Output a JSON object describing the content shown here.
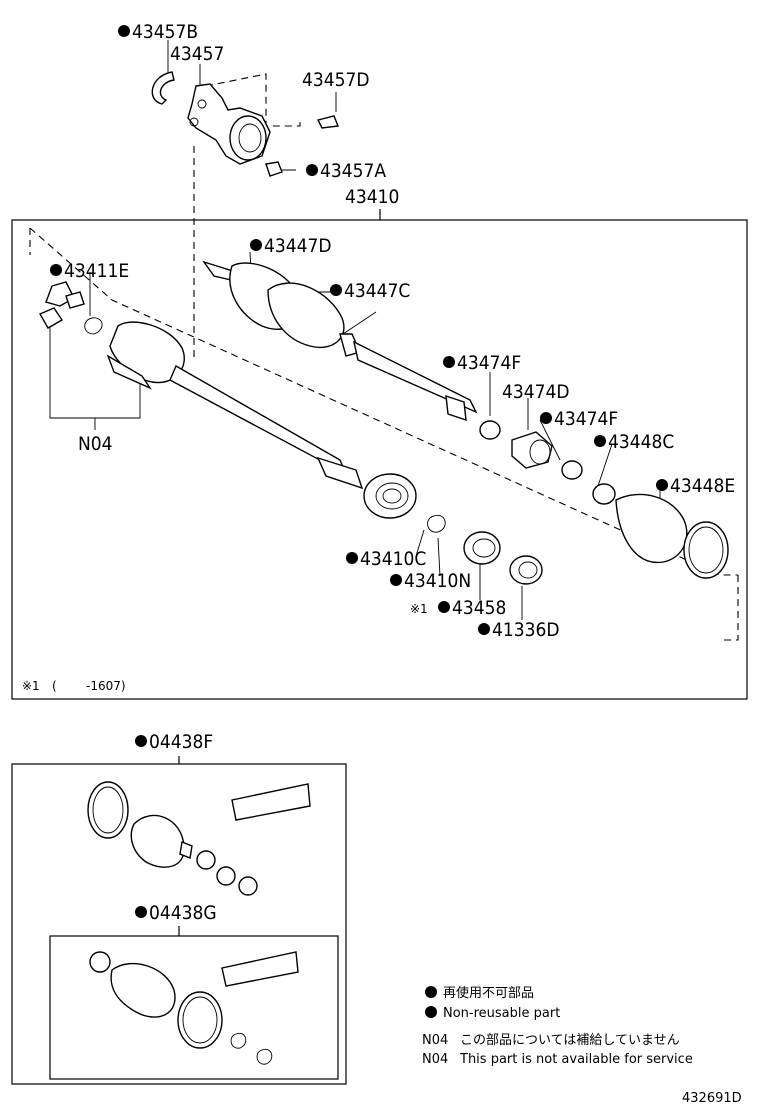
{
  "labels": {
    "l43457B": "43457B",
    "l43457": "43457",
    "l43457D": "43457D",
    "l43457A": "43457A",
    "l43410": "43410",
    "l43447D": "43447D",
    "l43447C": "43447C",
    "l43411E": "43411E",
    "l43474F_1": "43474F",
    "l43474D": "43474D",
    "l43474F_2": "43474F",
    "l43448C": "43448C",
    "l43448E": "43448E",
    "lN04": "N04",
    "l43410C": "43410C",
    "l43410N": "43410N",
    "l43458": "43458",
    "l41336D": "41336D",
    "l04438F": "04438F",
    "l04438G": "04438G"
  },
  "note_mark": "※1",
  "footnote": {
    "mark": "※1",
    "paren_open": "(",
    "range": "-1607)"
  },
  "legend": {
    "jp_nonreusable": "再使用不可部品",
    "en_nonreusable": "Non-reusable part",
    "jp_n04_code": "N04",
    "jp_n04_text": "この部品については補給していません",
    "en_n04_code": "N04",
    "en_n04_text": "This part is not available for service"
  },
  "diagram_id": "432691D"
}
